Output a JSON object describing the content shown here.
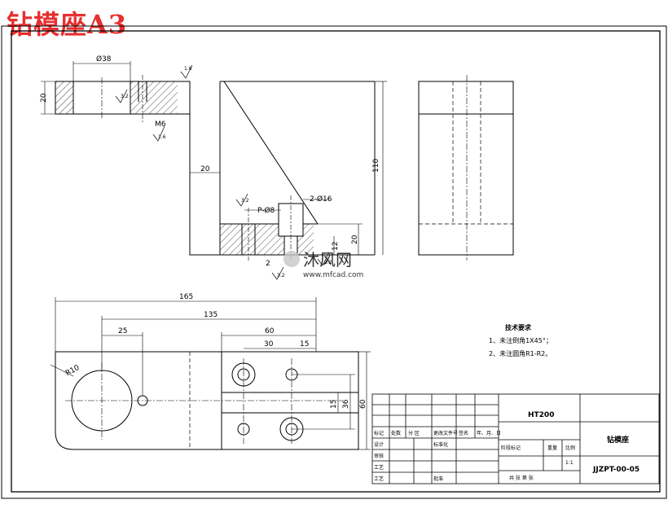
{
  "title": "钻模座A3",
  "dims_top": {
    "d38": "Ø38",
    "h20": "20",
    "ra16": "1.6",
    "m6": "M6",
    "d20": "20",
    "d110": "110",
    "p8": "P-Ø8",
    "d16": "2-Ø16",
    "d20b": "20",
    "d12": "12",
    "ra1": "3.2",
    "ra2": "3.2",
    "two": "2",
    "v1": "1.6",
    "v2": "3.2",
    "v3": "3.2"
  },
  "dims_bottom": {
    "d165": "165",
    "d135": "135",
    "d25": "25",
    "d60top": "60",
    "d30": "30",
    "d15top": "15",
    "r10": "R10",
    "d15": "15",
    "d36": "36",
    "d60": "60"
  },
  "notes": {
    "heading": "技术要求",
    "line1": "1、未注倒角1X45°；",
    "line2": "2、未注圆角R1-R2。"
  },
  "titleblock": {
    "material": "HT200",
    "part_name": "钻模座",
    "drawing_no": "JJZPT-00-05",
    "scale": "1:1",
    "row_labels": [
      "标记",
      "处数",
      "分 区",
      "更改文件号",
      "签名",
      "年、月、日"
    ],
    "design": "设计",
    "std": "标准化",
    "check": "审核",
    "process": "工艺",
    "approve": "批准",
    "stage_mark": "阶段标记",
    "weight": "重量",
    "ratio": "比例",
    "sheets": "共   张   第   张"
  },
  "watermark": {
    "brand": "沐风网",
    "url": "www.mfcad.com"
  }
}
